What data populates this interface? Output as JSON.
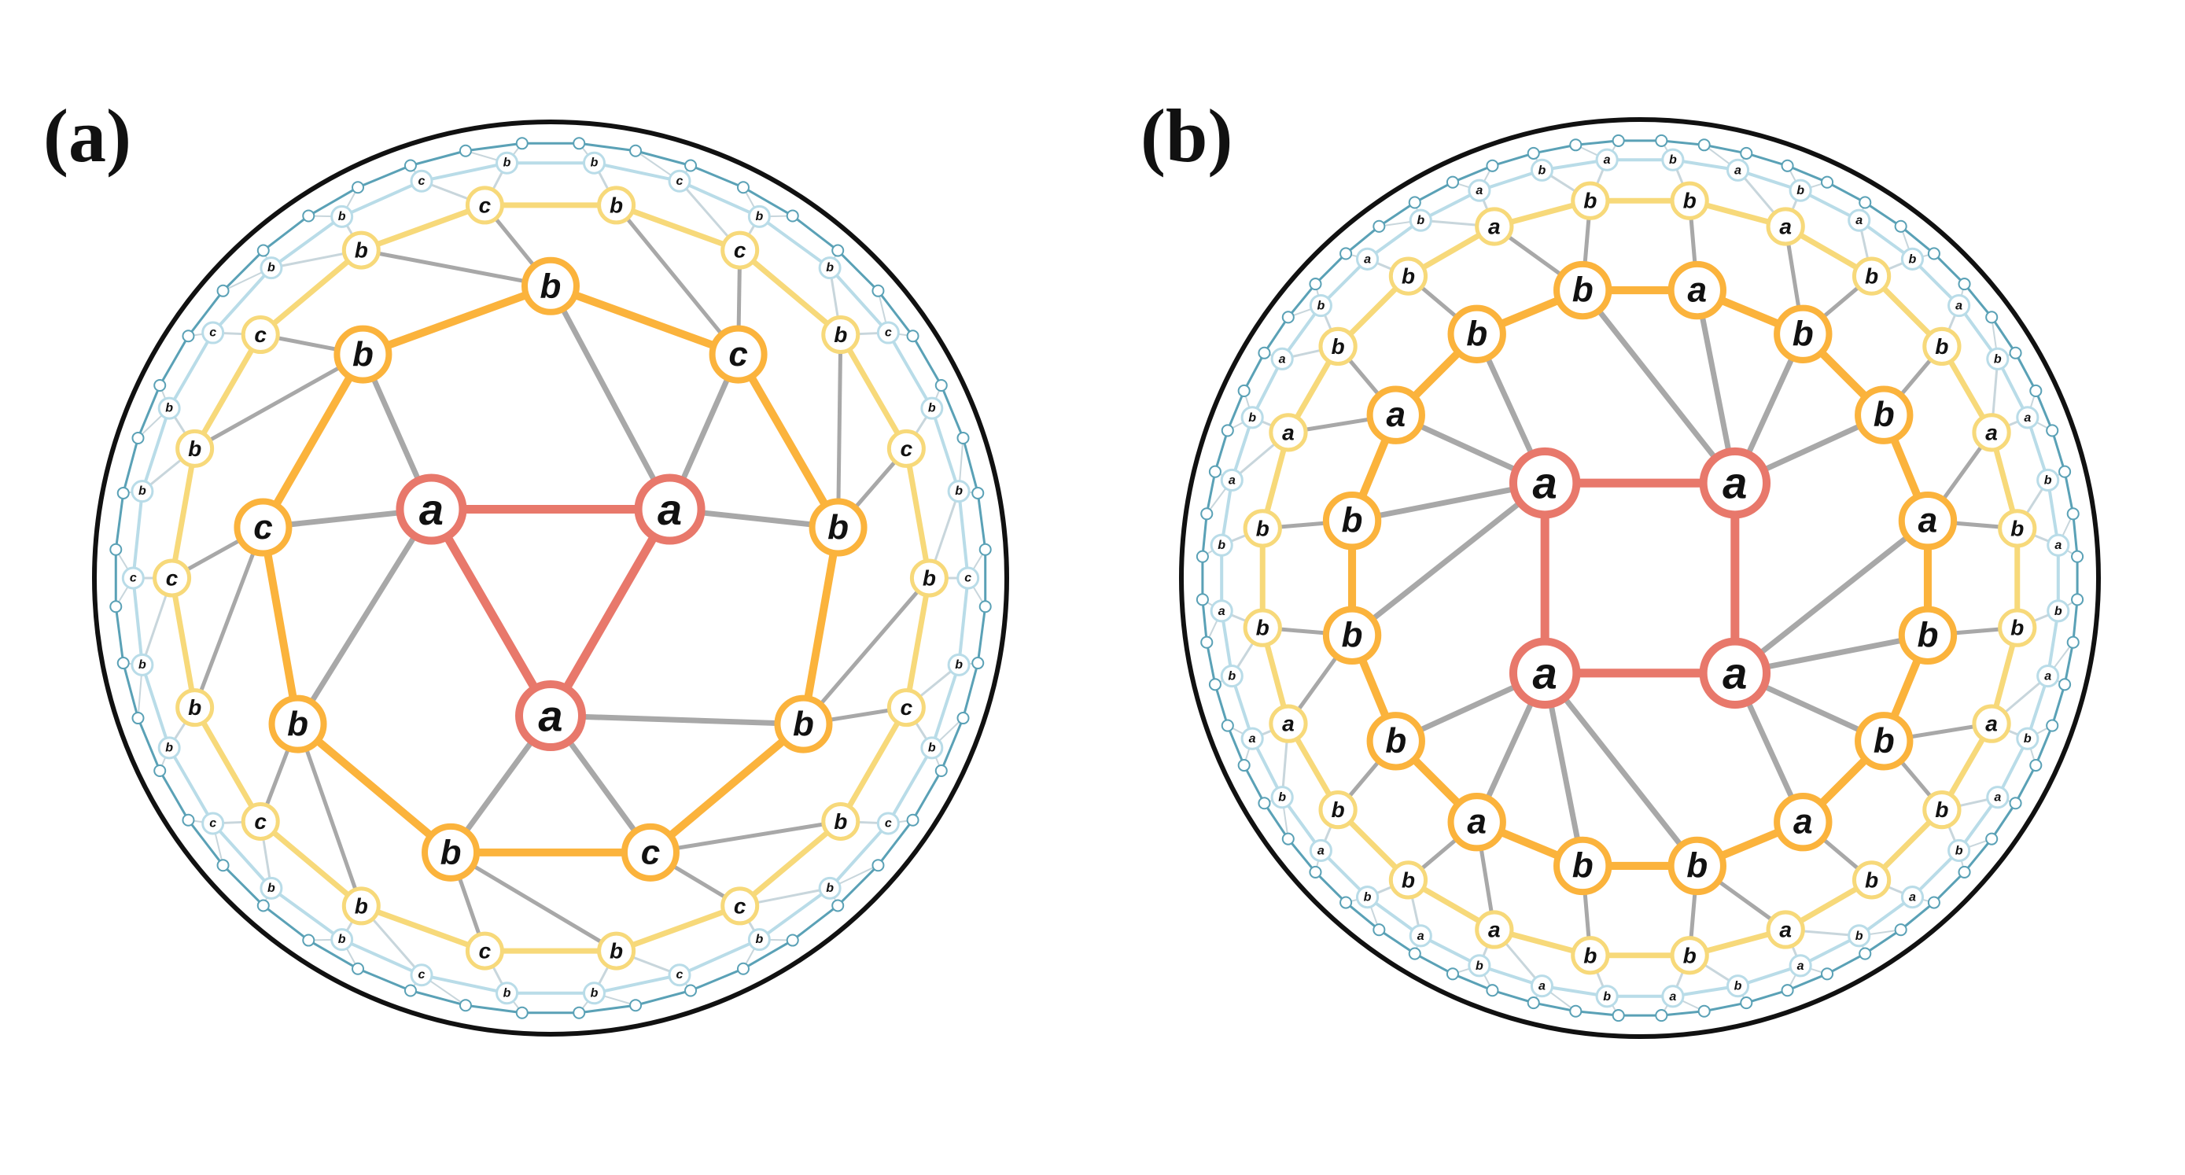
{
  "panels": [
    {
      "id": "a",
      "label": "(a)",
      "center_label": "a",
      "ring1_labels": [
        "b",
        "c",
        "b"
      ],
      "ring2_labels": [
        "b",
        "c"
      ],
      "ring3_labels": [
        "b",
        "b",
        "c"
      ],
      "ring4_labels": [
        "b",
        "c",
        "b",
        "b",
        "c",
        "b"
      ]
    },
    {
      "id": "b",
      "label": "(b)",
      "center_label": "a",
      "ring1_labels": [
        "b",
        "b",
        "a"
      ],
      "ring2_labels": [
        "a",
        "b",
        "b"
      ],
      "ring3_labels": [
        "b",
        "a",
        "b",
        "a"
      ],
      "ring4_labels": [
        "a",
        "b",
        "a",
        "b",
        "b",
        "a"
      ]
    }
  ],
  "colors": {
    "center": "#e8786b",
    "ring1": "#fbb33c",
    "ring2": "#f7d97a",
    "ring3": "#b9dce8",
    "edge_boundary": "#5aa1b6",
    "spoke": "#a8a8a8",
    "disk_outline": "#111111"
  },
  "icons": {
    "node": "circle-node-icon",
    "disk": "poincare-disk-icon"
  }
}
